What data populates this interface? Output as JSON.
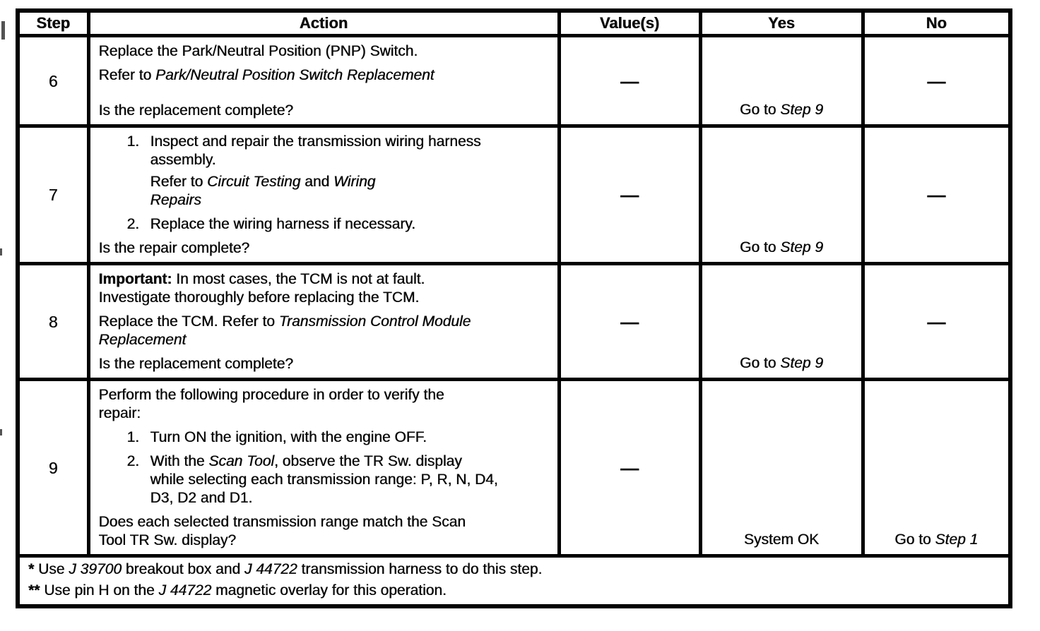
{
  "colors": {
    "paper": "#ffffff",
    "ink": "#0b0b0b",
    "border": "#000000"
  },
  "table": {
    "headers": {
      "step": "Step",
      "action": "Action",
      "values": "Value(s)",
      "yes": "Yes",
      "no": "No"
    },
    "rows": [
      {
        "step": "6",
        "action": [
          {
            "type": "p",
            "lines": [
              [
                {
                  "t": "Replace the Park/Neutral Position (PNP) Switch."
                }
              ]
            ]
          },
          {
            "type": "p",
            "lines": [
              [
                {
                  "t": "Refer to "
                },
                {
                  "t": "Park/Neutral Position Switch Replacement",
                  "i": true
                }
              ]
            ]
          },
          {
            "type": "q",
            "lines": [
              [
                {
                  "t": "Is the replacement complete?"
                }
              ]
            ]
          }
        ],
        "value": "—",
        "yes": [
          {
            "type": "p",
            "lines": [
              [
                {
                  "t": "Go to "
                },
                {
                  "t": "Step 9",
                  "i": true
                }
              ]
            ]
          }
        ],
        "no": "—"
      },
      {
        "step": "7",
        "action": [
          {
            "type": "li",
            "num": "1.",
            "lines": [
              [
                {
                  "t": "Inspect and repair the transmission wiring harness"
                }
              ],
              [
                {
                  "t": "assembly."
                }
              ]
            ]
          },
          {
            "type": "sub",
            "lines": [
              [
                {
                  "t": "Refer to "
                },
                {
                  "t": "Circuit Testing",
                  "i": true
                },
                {
                  "t": " and "
                },
                {
                  "t": "Wiring",
                  "i": true
                }
              ],
              [
                {
                  "t": "Repairs",
                  "i": true
                }
              ]
            ]
          },
          {
            "type": "li",
            "num": "2.",
            "lines": [
              [
                {
                  "t": "Replace the wiring harness if necessary."
                }
              ]
            ]
          },
          {
            "type": "q",
            "lines": [
              [
                {
                  "t": "Is the repair complete?"
                }
              ]
            ]
          }
        ],
        "value": "—",
        "yes": [
          {
            "type": "p",
            "lines": [
              [
                {
                  "t": "Go to "
                },
                {
                  "t": "Step 9",
                  "i": true
                }
              ]
            ]
          }
        ],
        "no": "—"
      },
      {
        "step": "8",
        "action": [
          {
            "type": "p",
            "lines": [
              [
                {
                  "t": "Important:",
                  "b": true
                },
                {
                  "t": " In most cases, the TCM is not at fault."
                }
              ],
              [
                {
                  "t": "Investigate thoroughly before replacing the TCM."
                }
              ]
            ]
          },
          {
            "type": "p",
            "lines": [
              [
                {
                  "t": "Replace the TCM. Refer to "
                },
                {
                  "t": "Transmission Control Module",
                  "i": true
                }
              ],
              [
                {
                  "t": "Replacement",
                  "i": true
                }
              ]
            ]
          },
          {
            "type": "q",
            "lines": [
              [
                {
                  "t": "Is the replacement complete?"
                }
              ]
            ]
          }
        ],
        "value": "—",
        "yes": [
          {
            "type": "p",
            "lines": [
              [
                {
                  "t": "Go to "
                },
                {
                  "t": "Step 9",
                  "i": true
                }
              ]
            ]
          }
        ],
        "no": "—"
      },
      {
        "step": "9",
        "action": [
          {
            "type": "p",
            "lines": [
              [
                {
                  "t": "Perform the following procedure in order to verify the"
                }
              ],
              [
                {
                  "t": "repair:"
                }
              ]
            ]
          },
          {
            "type": "li",
            "num": "1.",
            "lines": [
              [
                {
                  "t": "Turn ON the ignition, with the engine OFF."
                }
              ]
            ]
          },
          {
            "type": "li",
            "num": "2.",
            "lines": [
              [
                {
                  "t": "With the "
                },
                {
                  "t": "Scan Tool",
                  "i": true
                },
                {
                  "t": ", observe the TR Sw. display"
                }
              ],
              [
                {
                  "t": "while selecting each transmission range: P, R, N, D4,"
                }
              ],
              [
                {
                  "t": "D3, D2 and D1."
                }
              ]
            ]
          },
          {
            "type": "q",
            "lines": [
              [
                {
                  "t": "Does each selected transmission range match the Scan"
                }
              ],
              [
                {
                  "t": "Tool TR Sw. display?"
                }
              ]
            ]
          }
        ],
        "value": "—",
        "yes": [
          {
            "type": "p",
            "lines": [
              [
                {
                  "t": "System OK"
                }
              ]
            ]
          }
        ],
        "no_goto": [
          {
            "type": "p",
            "lines": [
              [
                {
                  "t": "Go to "
                },
                {
                  "t": "Step 1",
                  "i": true
                }
              ]
            ]
          }
        ]
      }
    ],
    "footnotes": [
      {
        "type": "p",
        "lines": [
          [
            {
              "t": "*",
              "b": true
            },
            {
              "t": " Use "
            },
            {
              "t": "J 39700",
              "i": true
            },
            {
              "t": " breakout box and "
            },
            {
              "t": "J 44722",
              "i": true
            },
            {
              "t": " transmission harness to do this step."
            }
          ]
        ]
      },
      {
        "type": "p",
        "lines": [
          [
            {
              "t": "**",
              "b": true
            },
            {
              "t": " Use pin H on the "
            },
            {
              "t": "J 44722",
              "i": true
            },
            {
              "t": " magnetic overlay for this operation."
            }
          ]
        ]
      }
    ]
  }
}
